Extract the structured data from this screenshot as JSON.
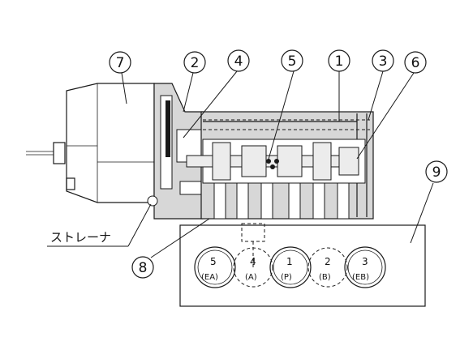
{
  "callouts": [
    "1",
    "2",
    "3",
    "4",
    "5",
    "6",
    "7",
    "8",
    "9"
  ],
  "strainer_label": "ストレーナ",
  "ports": [
    {
      "number": "5",
      "name": "(EA)"
    },
    {
      "number": "4",
      "name": "(A)"
    },
    {
      "number": "1",
      "name": "(P)"
    },
    {
      "number": "2",
      "name": "(B)"
    },
    {
      "number": "3",
      "name": "(EB)"
    }
  ]
}
